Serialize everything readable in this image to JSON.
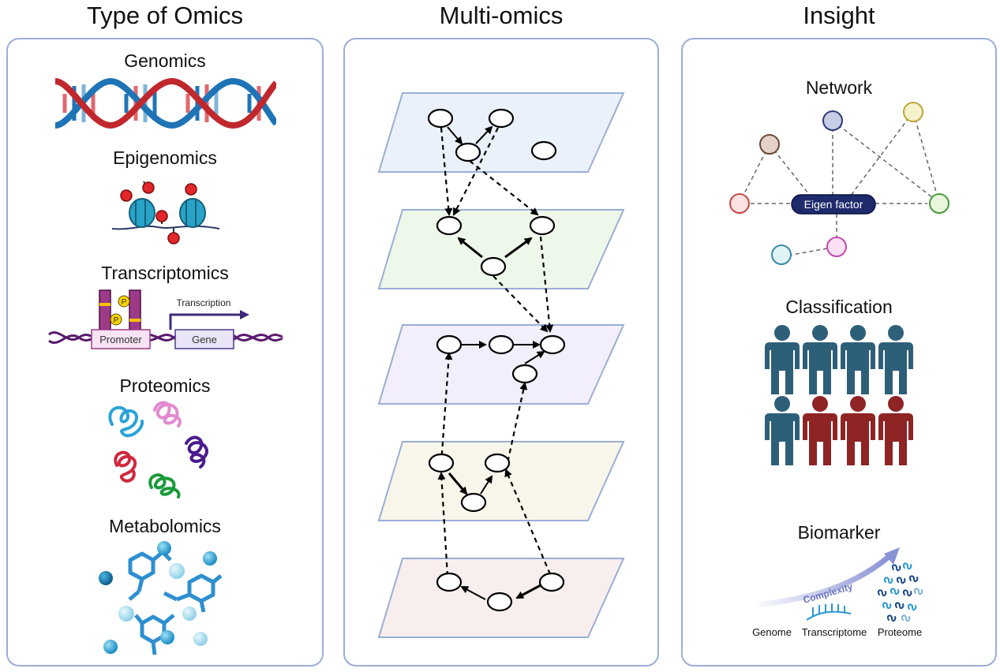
{
  "columns": {
    "left_title": "Type of Omics",
    "middle_title": "Multi-omics",
    "right_title": "Insight"
  },
  "omics": {
    "genomics": "Genomics",
    "epigenomics": "Epigenomics",
    "transcriptomics": "Transcriptomics",
    "proteomics": "Proteomics",
    "metabolomics": "Metabolomics",
    "transcription_label": "Transcription",
    "promoter_label": "Promoter",
    "gene_label": "Gene",
    "phospho_label": "P"
  },
  "insight": {
    "network": "Network",
    "eigen_factor": "Eigen factor",
    "classification": "Classification",
    "biomarker": "Biomarker",
    "complexity": "Complexity",
    "genome": "Genome",
    "transcriptome": "Transcriptome",
    "proteome": "Proteome"
  },
  "colors": {
    "panel_border": "#9aaed6",
    "dna_red": "#c0282d",
    "dna_blue": "#1f74b6",
    "layer1": "#eaf1fb",
    "layer2": "#eef8ea",
    "layer3": "#f2eefb",
    "layer4": "#f8f6ea",
    "layer5": "#f8eeee",
    "person_blue": "#2e5f78",
    "person_red": "#8e2424",
    "eigen_fill": "#1e2a6b"
  }
}
